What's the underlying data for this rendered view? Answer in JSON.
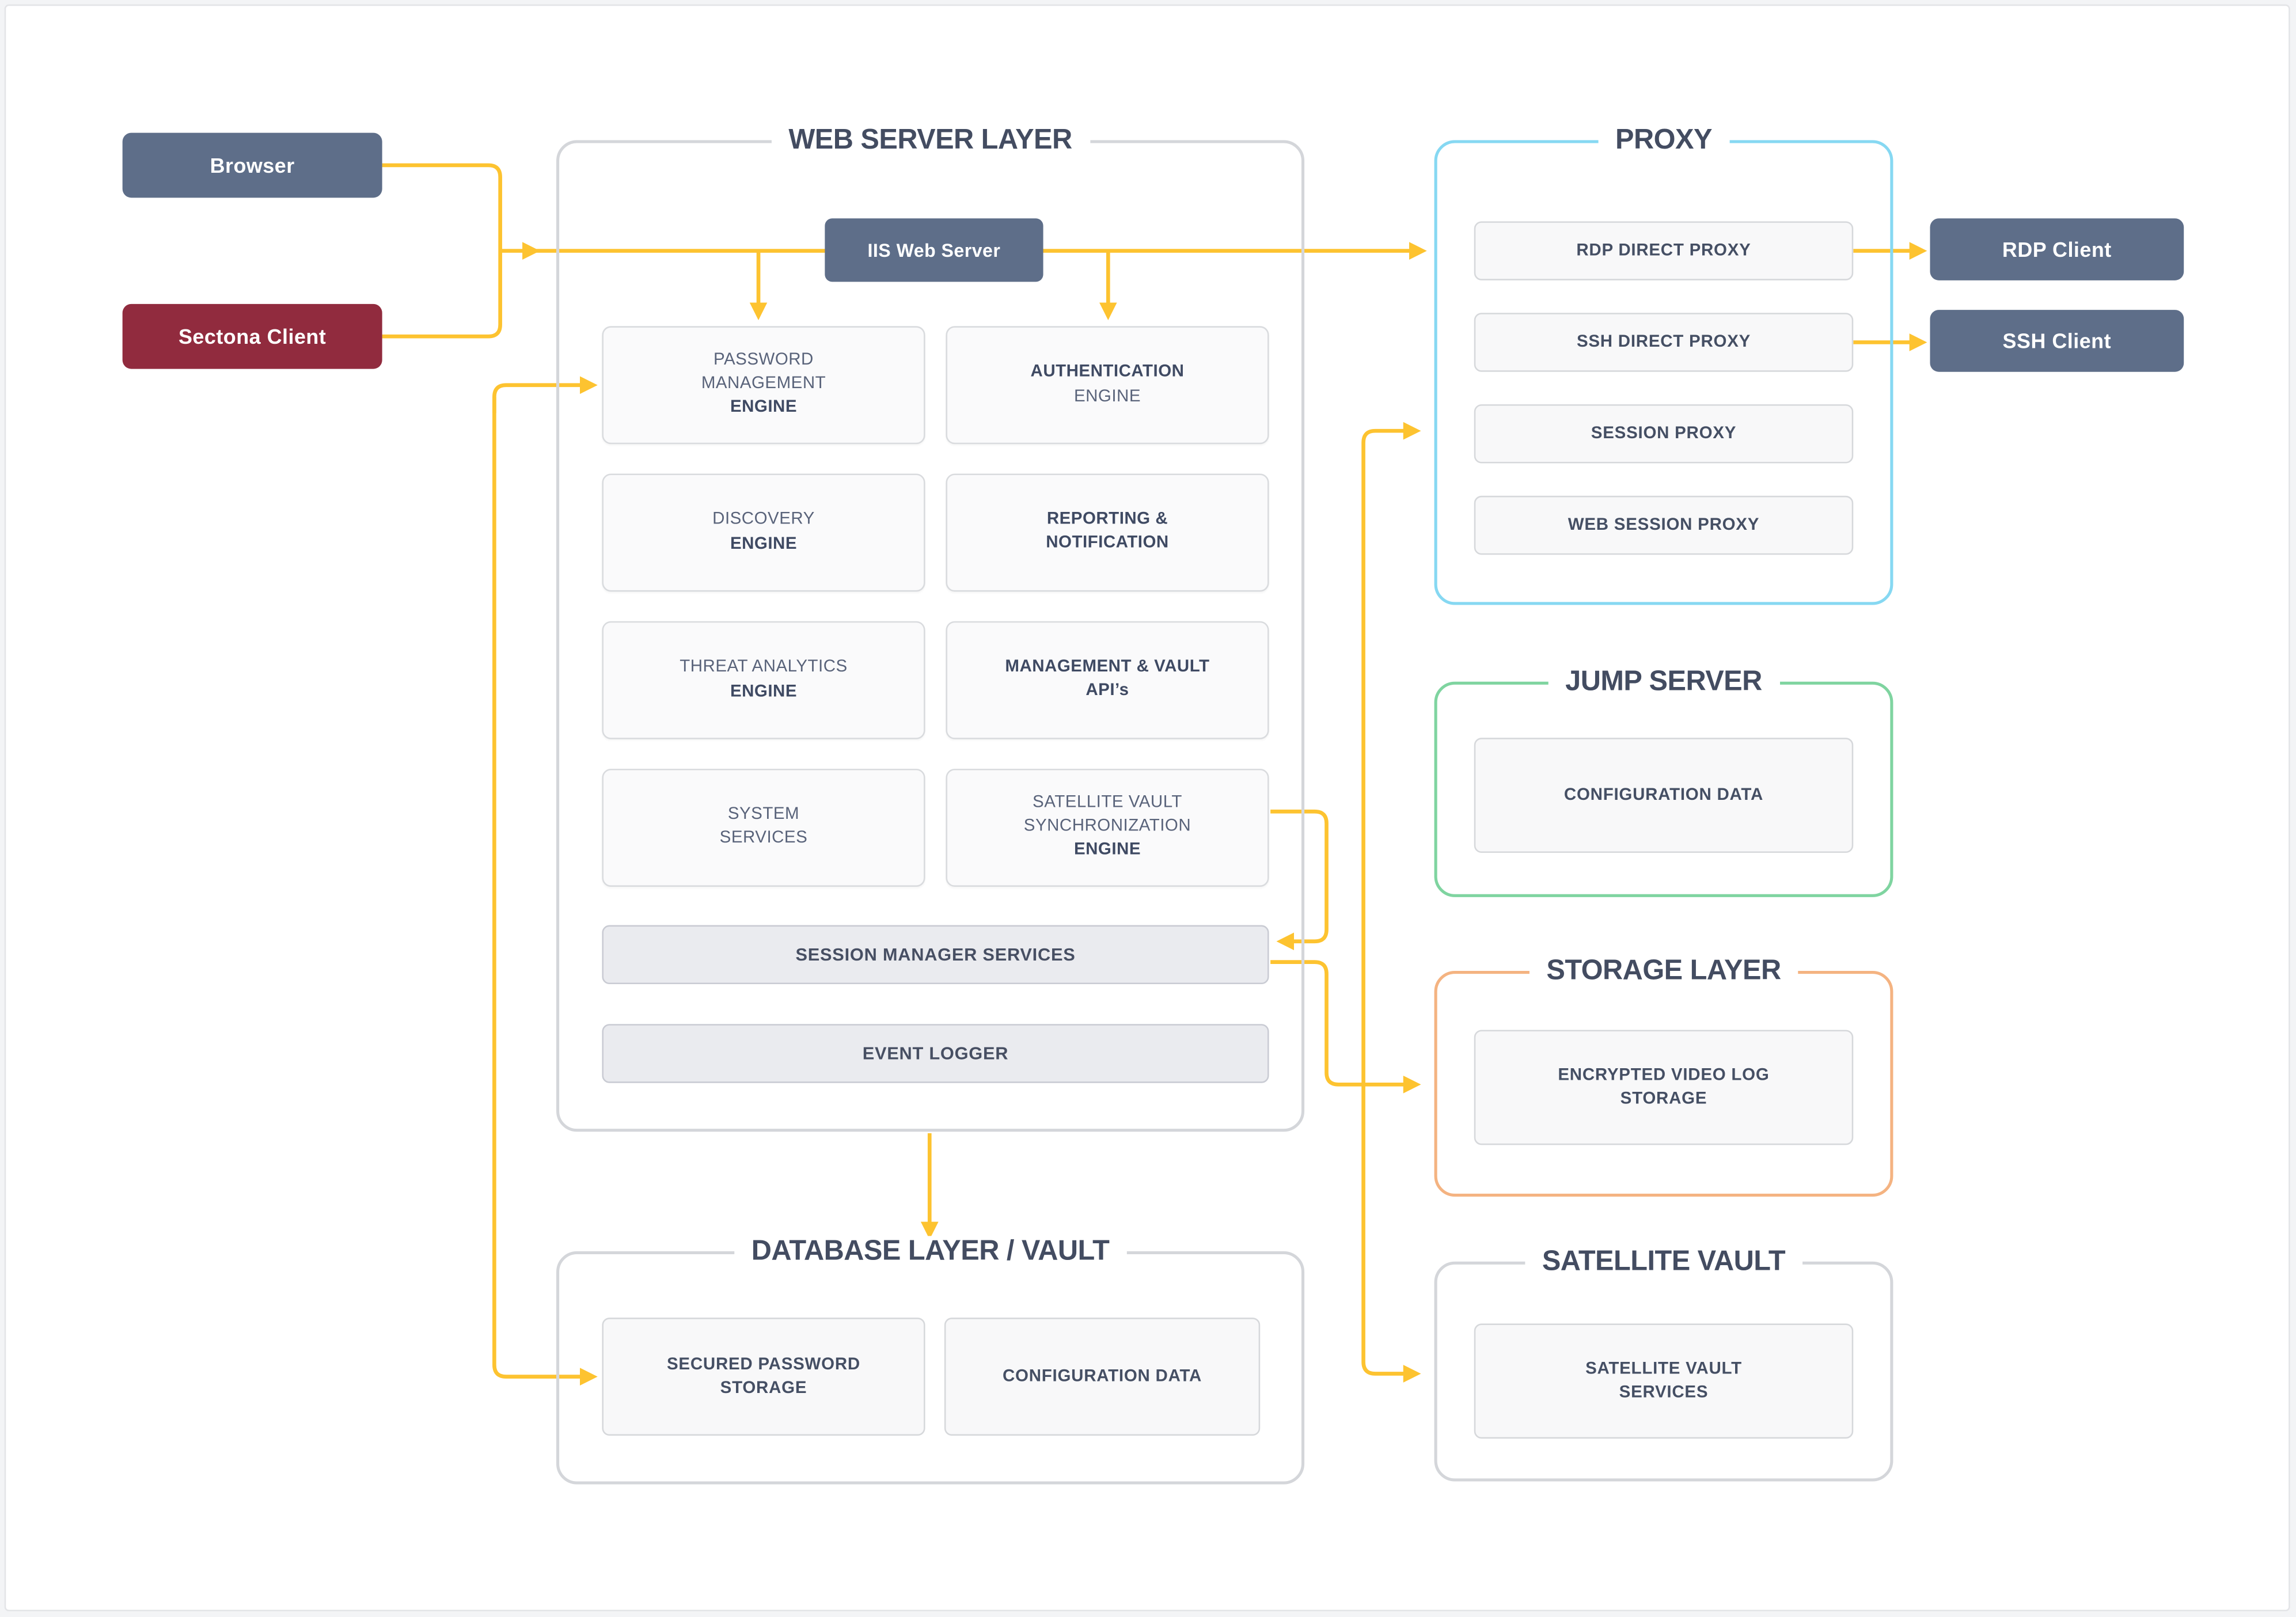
{
  "diagram_title": "Sectona architecture diagram",
  "colors": {
    "connector_yellow": "#FDC330",
    "node_slate": "#5e6e89",
    "node_red": "#912b3e",
    "proxy_border_cyan": "#86d8f2",
    "jump_border_green": "#7fd4a0",
    "storage_border_orange": "#f4b381",
    "layer_border_gray": "#d4d6da"
  },
  "nodes": {
    "browser": "Browser",
    "sectona_client": "Sectona Client",
    "iis": "IIS Web Server",
    "rdp_client": "RDP Client",
    "ssh_client": "SSH Client"
  },
  "web_server_layer": {
    "title": "WEB SERVER LAYER",
    "engines": [
      {
        "top": "PASSWORD\nMANAGEMENT",
        "top_style": "reg",
        "bottom": "ENGINE",
        "bottom_style": "bold"
      },
      {
        "top": "AUTHENTICATION",
        "top_style": "bold",
        "bottom": "ENGINE",
        "bottom_style": "reg"
      },
      {
        "top": "DISCOVERY",
        "top_style": "reg",
        "bottom": "ENGINE",
        "bottom_style": "bold"
      },
      {
        "top": "REPORTING &\nNOTIFICATION",
        "top_style": "bold",
        "bottom": "",
        "bottom_style": "reg"
      },
      {
        "top": "THREAT ANALYTICS",
        "top_style": "reg",
        "bottom": "ENGINE",
        "bottom_style": "bold"
      },
      {
        "top": "MANAGEMENT & VAULT\nAPI’s",
        "top_style": "bold",
        "bottom": "",
        "bottom_style": "reg"
      },
      {
        "top": "SYSTEM\nSERVICES",
        "top_style": "reg",
        "bottom": "",
        "bottom_style": "reg"
      },
      {
        "top": "SATELLITE VAULT\nSYNCHRONIZATION",
        "top_style": "reg",
        "bottom": "ENGINE",
        "bottom_style": "bold"
      }
    ],
    "bars": [
      "SESSION MANAGER SERVICES",
      "EVENT LOGGER"
    ]
  },
  "database_layer": {
    "title": "DATABASE LAYER / VAULT",
    "items": [
      "SECURED PASSWORD\nSTORAGE",
      "CONFIGURATION DATA"
    ]
  },
  "proxy": {
    "title": "PROXY",
    "items": [
      "RDP DIRECT PROXY",
      "SSH DIRECT PROXY",
      "SESSION PROXY",
      "WEB SESSION PROXY"
    ]
  },
  "jump_server": {
    "title": "JUMP SERVER",
    "item": "CONFIGURATION DATA"
  },
  "storage_layer": {
    "title": "STORAGE LAYER",
    "item": "ENCRYPTED VIDEO LOG\nSTORAGE"
  },
  "satellite_vault": {
    "title": "SATELLITE VAULT",
    "item": "SATELLITE VAULT\nSERVICES"
  }
}
